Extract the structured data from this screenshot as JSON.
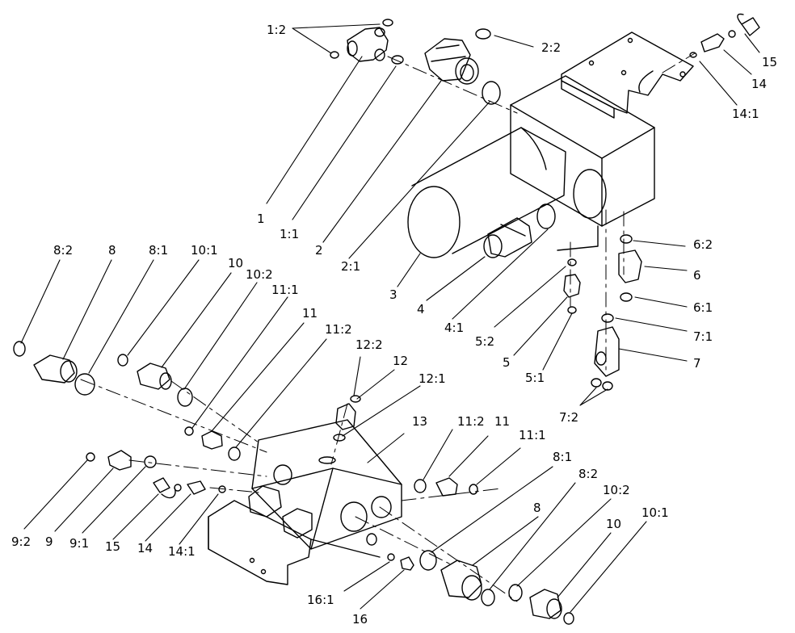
{
  "labels": {
    "l_1_2_top": "1:2",
    "l_2_2_top": "2:2",
    "l_15_top": "15",
    "l_14_top": "14",
    "l_14_1_top": "14:1",
    "l_1": "1",
    "l_1_1": "1:1",
    "l_2": "2",
    "l_2_1": "2:1",
    "l_3": "3",
    "l_4": "4",
    "l_4_1": "4:1",
    "l_5_2": "5:2",
    "l_5": "5",
    "l_5_1": "5:1",
    "l_6_2": "6:2",
    "l_6": "6",
    "l_6_1": "6:1",
    "l_7_1": "7:1",
    "l_7": "7",
    "l_7_2": "7:2",
    "l_8_2_left": "8:2",
    "l_8_left": "8",
    "l_8_1_left": "8:1",
    "l_10_1_left": "10:1",
    "l_10_left": "10",
    "l_10_2_left": "10:2",
    "l_11_1_left": "11:1",
    "l_11_left": "11",
    "l_11_2_left": "11:2",
    "l_12_2": "12:2",
    "l_12": "12",
    "l_12_1": "12:1",
    "l_13": "13",
    "l_11_2_right": "11:2",
    "l_11_right": "11",
    "l_11_1_right": "11:1",
    "l_8_1_right": "8:1",
    "l_8_right": "8",
    "l_8_2_right": "8:2",
    "l_10_2_right": "10:2",
    "l_10_right": "10",
    "l_10_1_right": "10:1",
    "l_9_2": "9:2",
    "l_9": "9",
    "l_9_1": "9:1",
    "l_15_bot": "15",
    "l_14_bot": "14",
    "l_14_1_bot": "14:1",
    "l_16_1": "16:1",
    "l_16": "16"
  }
}
